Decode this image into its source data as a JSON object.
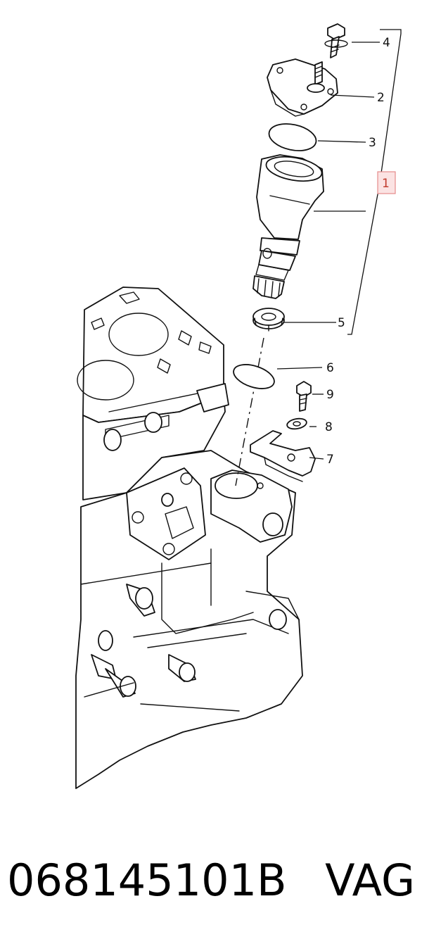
{
  "diagram": {
    "callouts": [
      {
        "id": "1",
        "label": "1",
        "highlighted": true
      },
      {
        "id": "2",
        "label": "2"
      },
      {
        "id": "3",
        "label": "3"
      },
      {
        "id": "4",
        "label": "4"
      },
      {
        "id": "5",
        "label": "5"
      },
      {
        "id": "6",
        "label": "6"
      },
      {
        "id": "7",
        "label": "7"
      },
      {
        "id": "8",
        "label": "8"
      },
      {
        "id": "9",
        "label": "9"
      }
    ],
    "highlight_color": "#e58c8c"
  },
  "caption": {
    "part_number": "068145101B",
    "brand": "VAG"
  }
}
